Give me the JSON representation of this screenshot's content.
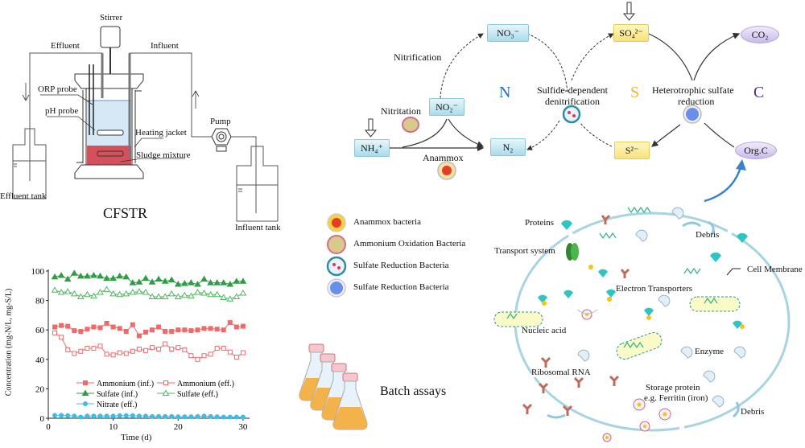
{
  "reactor": {
    "title": "CFSTR",
    "labels": {
      "stirrer": "Stirrer",
      "effluent": "Effluent",
      "influent": "Influent",
      "orp_probe": "ORP probe",
      "ph_probe": "pH probe",
      "heating_jacket": "Heating jacket",
      "sludge_mixture": "Sludge mixture",
      "pump": "Pump",
      "effluent_tank": "Effluent tank",
      "influent_tank": "Influent tank"
    }
  },
  "cycle": {
    "species": {
      "nh4": "NH₄⁺",
      "no2": "NO₂⁻",
      "no3": "NO₃⁻",
      "n2": "N₂",
      "so4": "SO₄²⁻",
      "s2": "S²⁻",
      "co2": "CO₂",
      "orgc": "Org.C"
    },
    "processes": {
      "nitrification": "Nitrification",
      "nitritation": "Nitritation",
      "anammox": "Anammox",
      "sdd_line1": "Sulfide-dependent",
      "sdd_line2": "denitrification",
      "hsr_line1": "Heterotrophic sulfate",
      "hsr_line2": "reduction"
    },
    "elements": {
      "n": "N",
      "s": "S",
      "c": "C"
    },
    "colors": {
      "n": "#1f6fbf",
      "s": "#f2b630",
      "c": "#5a2d91"
    }
  },
  "legend": [
    {
      "icon": "anammox-bacteria-icon",
      "label": "Anammox bacteria"
    },
    {
      "icon": "aob-icon",
      "label": "Ammonium Oxidation Bacteria"
    },
    {
      "icon": "srb-icon",
      "label": "Sulfate Reduction Bacteria"
    },
    {
      "icon": "srb-blue-icon",
      "label": "Sulfate Reduction Bacteria"
    }
  ],
  "batch": {
    "label": "Batch assays"
  },
  "cell": {
    "labels": {
      "proteins": "Proteins",
      "transport": "Transport system",
      "debris1": "Debris",
      "membrane": "Cell Membrane",
      "electron": "Electron Transporters",
      "nucleic": "Nucleic acid",
      "enzyme": "Enzyme",
      "rrna": "Ribosomal RNA",
      "storage1": "Storage protein",
      "storage2": "e.g. Ferritin (iron)",
      "debris2": "Debris"
    }
  },
  "chart_data": {
    "type": "line",
    "title": "",
    "xlabel": "Time (d)",
    "ylabel": "Concentration (mg-N/L, mg-S/L)",
    "xlim": [
      0,
      31
    ],
    "ylim": [
      0,
      100
    ],
    "xticks": [
      0,
      10,
      20,
      30
    ],
    "yticks": [
      0,
      20,
      40,
      60,
      80,
      100
    ],
    "legend_position": "lower-center",
    "x": [
      1,
      2,
      3,
      4,
      5,
      6,
      7,
      8,
      9,
      10,
      11,
      12,
      13,
      14,
      15,
      16,
      17,
      18,
      19,
      20,
      21,
      22,
      23,
      24,
      25,
      26,
      27,
      28,
      29,
      30
    ],
    "series": [
      {
        "name": "Ammonium (inf.)",
        "color": "#f06a6a",
        "marker": "square-filled",
        "values": [
          62,
          63,
          62.5,
          59.5,
          59,
          60.5,
          62,
          61.5,
          64.5,
          62,
          61,
          59,
          63.5,
          56,
          58.5,
          60,
          62,
          59,
          59,
          60,
          60,
          59.5,
          60,
          61,
          61,
          60.5,
          60,
          65,
          62,
          62.5
        ]
      },
      {
        "name": "Ammonium (eff.)",
        "color": "#f06a6a",
        "marker": "square-open",
        "values": [
          58,
          55,
          46.5,
          44,
          45.5,
          47.5,
          47.5,
          49,
          43.5,
          43,
          44.5,
          44,
          45.5,
          47,
          46,
          48,
          47,
          50.5,
          47,
          48,
          46.5,
          42.5,
          40,
          42.5,
          43.5,
          47.5,
          47.5,
          45,
          41.5,
          44.5
        ]
      },
      {
        "name": "Sulfate (inf.)",
        "color": "#2e9e44",
        "marker": "triangle-filled",
        "values": [
          96,
          97,
          94.5,
          98.5,
          96.5,
          96.5,
          97,
          96.5,
          95,
          95,
          96.5,
          96,
          92,
          92.5,
          95,
          92.5,
          94.5,
          93,
          94,
          91,
          91.5,
          92,
          91,
          94.5,
          92,
          92,
          92,
          91,
          93,
          93
        ]
      },
      {
        "name": "Sulfate (eff.)",
        "color": "#4cb85c",
        "marker": "triangle-open",
        "values": [
          87,
          85.5,
          86,
          84.5,
          82.5,
          84,
          83,
          85.5,
          87.5,
          84.5,
          84,
          84.5,
          85.5,
          86,
          85.5,
          82.5,
          82.5,
          82.5,
          84.5,
          82.5,
          83.5,
          83,
          85.5,
          85,
          84,
          84,
          82,
          81,
          82.5,
          85
        ]
      },
      {
        "name": "Nitrate (eff.)",
        "color": "#3cbde8",
        "marker": "circle-filled",
        "values": [
          2,
          2,
          1.8,
          1.5,
          0.8,
          1.5,
          1.5,
          1.5,
          1.5,
          1.5,
          1.8,
          1.8,
          1.8,
          1.5,
          1.5,
          1.2,
          1.2,
          1.2,
          1.2,
          1,
          1,
          1,
          1.2,
          1.5,
          1.2,
          1,
          0.8,
          0.8,
          0.8,
          0.8
        ]
      }
    ]
  }
}
